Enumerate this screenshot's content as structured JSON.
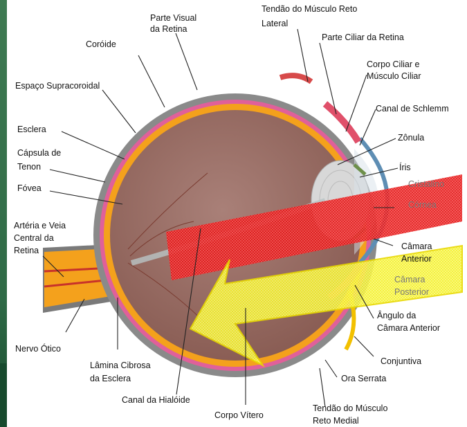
{
  "labels": {
    "parte_visual_retina": "Parte Visual",
    "parte_visual_retina_2": "da Retina",
    "tendao_reto_lateral": "Tendão do Músculo Reto",
    "tendao_reto_lateral_2": "Lateral",
    "coroide": "Coróide",
    "parte_ciliar_retina": "Parte Ciliar da Retina",
    "corpo_ciliar": "Corpo Ciliar e",
    "corpo_ciliar_2": "Músculo Ciliar",
    "espaco_supracoroidal": "Espaço Supracoroidal",
    "canal_schlemm": "Canal de Schlemm",
    "esclera": "Esclera",
    "zonula": "Zônula",
    "capsula_tenon": "Cápsula de",
    "capsula_tenon_2": "Tenon",
    "iris": "Íris",
    "fovea": "Fóvea",
    "cristalino": "Cristalino",
    "cornea": "Córnea",
    "arteria_veia": "Artéria e Veia",
    "arteria_veia_2": "Central da",
    "arteria_veia_3": "Retina",
    "camara_anterior": "Câmara",
    "camara_anterior_2": "Anterior",
    "camara_posterior": "Câmara",
    "camara_posterior_2": "Posterior",
    "angulo_camara": "Ângulo da",
    "angulo_camara_2": "Câmara Anterior",
    "nervo_otico": "Nervo Ótico",
    "lamina_cribrosa": "Lâmina Cibrosa",
    "lamina_cribrosa_2": "da Esclera",
    "conjuntiva": "Conjuntiva",
    "ora_serrata": "Ora Serrata",
    "canal_hialoide": "Canal da Hialóide",
    "corpo_vitreo": "Corpo Vítero",
    "tendao_reto_medial": "Tendão do Músculo",
    "tendao_reto_medial_2": "Reto Medial"
  },
  "colors": {
    "background_green": "#3f7a52",
    "sclera": "#8a8a8a",
    "choroid": "#e0609a",
    "retina": "#f4a11c",
    "vitreous": "#9a7066",
    "red_arrow": "#e01414",
    "yellow_arrow": "#f2f020"
  }
}
